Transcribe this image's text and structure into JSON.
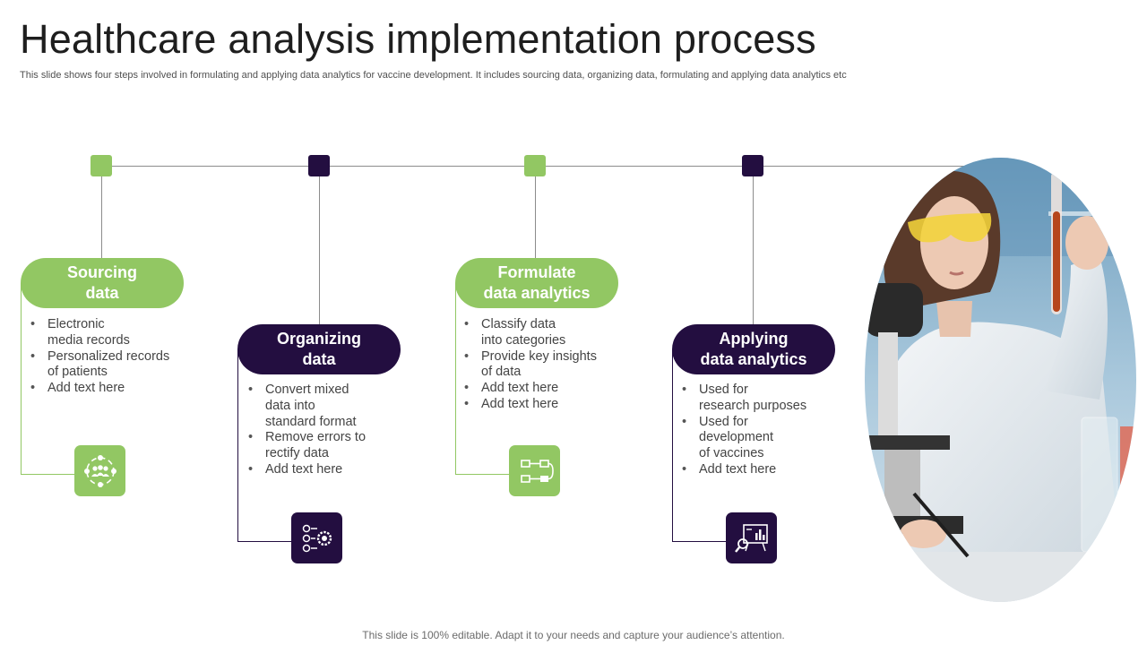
{
  "slide": {
    "title": "Healthcare analysis implementation process",
    "subtitle": "This slide shows four steps involved in formulating and applying data analytics for vaccine development. It includes sourcing data, organizing data, formulating and applying data analytics etc",
    "footer": "This slide is 100% editable. Adapt it to your needs and capture your audience’s attention."
  },
  "colors": {
    "green": "#92c763",
    "dark_purple": "#230e40",
    "line": "#8c8c8c"
  },
  "steps": [
    {
      "title": "Sourcing\ndata",
      "style": "green",
      "icon": "people-network-icon",
      "points": [
        "Electronic\nmedia records",
        "Personalized records\nof patients",
        "Add text here"
      ]
    },
    {
      "title": "Organizing\ndata",
      "style": "dark",
      "icon": "checklist-gear-icon",
      "points": [
        "Convert mixed\ndata into\nstandard format",
        "Remove errors to\nrectify data",
        "Add text here"
      ]
    },
    {
      "title": "Formulate\ndata analytics",
      "style": "green",
      "icon": "workflow-icon",
      "points": [
        "Classify data\ninto categories",
        "Provide key insights\nof data",
        "Add text here",
        "Add text here"
      ]
    },
    {
      "title": "Applying\ndata analytics",
      "style": "dark",
      "icon": "chart-analysis-icon",
      "points": [
        "Used for\nresearch purposes",
        "Used for\ndevelopment\nof vaccines",
        "Add text here"
      ]
    }
  ],
  "photo": {
    "subject": "scientist-with-test-tube-and-microscope"
  }
}
